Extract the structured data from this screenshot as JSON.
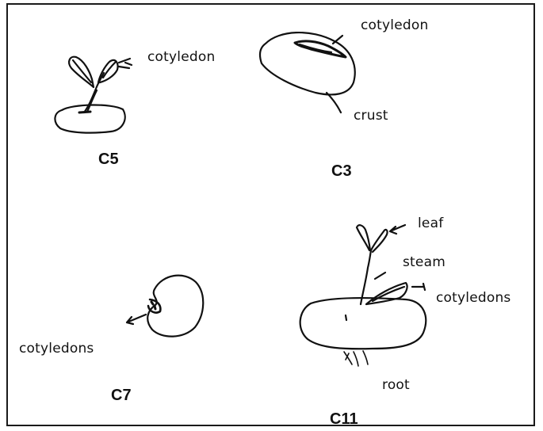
{
  "colors": {
    "ink": "#111111",
    "frame": "#1a1a1a",
    "background": "#ffffff"
  },
  "drawings": [
    {
      "id": "C5",
      "labels": [
        "cotyledon"
      ]
    },
    {
      "id": "C3",
      "labels": [
        "cotyledon",
        "crust"
      ]
    },
    {
      "id": "C7",
      "labels": [
        "cotyledons"
      ]
    },
    {
      "id": "C11",
      "labels": [
        "leaf",
        "steam",
        "cotyledons",
        "root"
      ]
    }
  ]
}
